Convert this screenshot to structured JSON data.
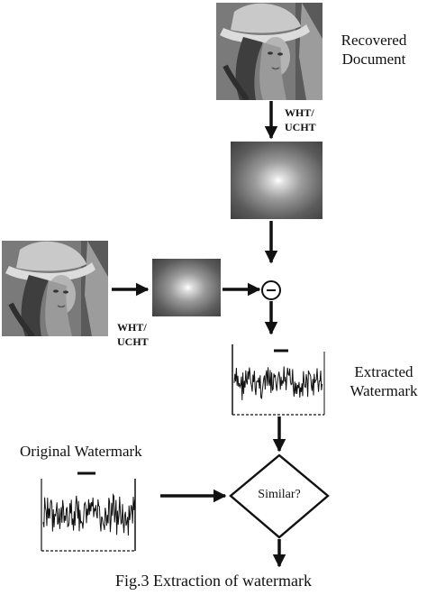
{
  "labels": {
    "recovered": "Recovered\nDocument",
    "transform_top": "WHT/\nUCHT",
    "transform_left": "WHT/\nUCHT",
    "extracted": "Extracted\nWatermark",
    "original": "Original Watermark",
    "decision": "Similar?",
    "caption": "Fig.3 Extraction of watermark"
  },
  "icons": {
    "recovered_image": "lena-photo-icon",
    "original_image": "lena-photo-icon",
    "spectrum": "spectrum-image",
    "subtract": "minus-circle-icon",
    "watermark_signal": "noise-signal-plot"
  },
  "colors": {
    "ink": "#111111",
    "background": "#ffffff"
  }
}
